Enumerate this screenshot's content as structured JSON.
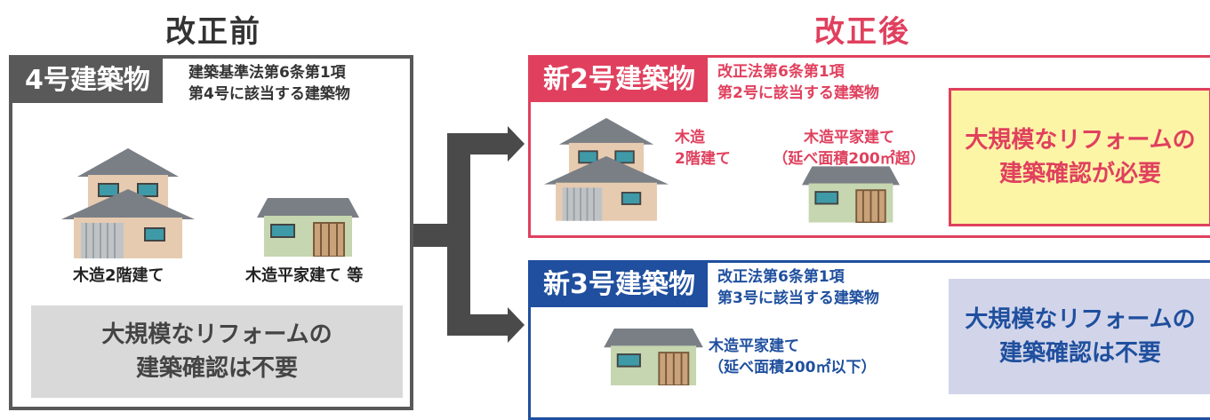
{
  "before": {
    "heading": "改正前",
    "tag": "4号建築物",
    "subtitle_line1": "建築基準法第6条第1項",
    "subtitle_line2": "第4号に該当する建築物",
    "caption_two_story": "木造2階建て",
    "caption_one_story": "木造平家建て 等",
    "result_line1": "大規模なリフォームの",
    "result_line2": "建築確認は不要"
  },
  "after": {
    "heading": "改正後",
    "new2": {
      "tag": "新2号建築物",
      "subtitle_line1": "改正法第6条第1項",
      "subtitle_line2": "第2号に該当する建築物",
      "caption_two_story_line1": "木造",
      "caption_two_story_line2": "2階建て",
      "caption_one_story_line1": "木造平家建て",
      "caption_one_story_line2": "（延べ面積200㎡超）",
      "result_line1": "大規模なリフォームの",
      "result_line2": "建築確認が必要"
    },
    "new3": {
      "tag": "新3号建築物",
      "subtitle_line1": "改正法第6条第1項",
      "subtitle_line2": "第3号に該当する建築物",
      "caption_line1": "木造平家建て",
      "caption_line2": "（延べ面積200㎡以下）",
      "result_line1": "大規模なリフォームの",
      "result_line2": "建築確認は不要"
    }
  },
  "colors": {
    "before_dark": "#595959",
    "new2_accent": "#e0405e",
    "new2_result_bg": "#fdf5a6",
    "new3_accent": "#1f4f9e",
    "new3_result_bg": "#d2d5ea",
    "before_result_bg": "#d9d9d9"
  }
}
